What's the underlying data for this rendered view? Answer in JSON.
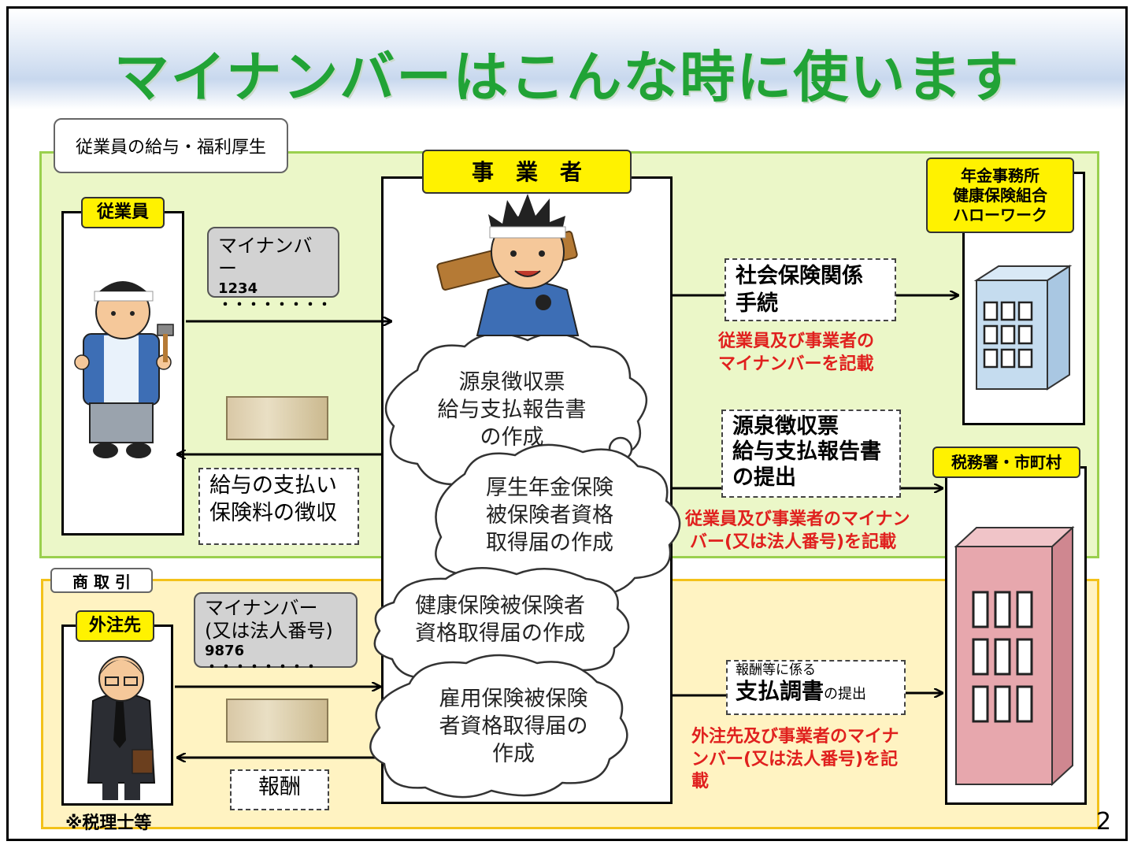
{
  "title": "マイナンバーはこんな時に使います",
  "page_number": "2",
  "sections": {
    "salary": "従業員の給与・福利厚生",
    "trade": "商 取 引"
  },
  "employer": {
    "label": "事　業　者"
  },
  "employee": {
    "label": "従業員",
    "mynumber_title": "マイナンバー",
    "mynumber_value": "1234 ・・・・・・・・",
    "note_line1": "給与の支払い",
    "note_line2": "保険料の徴収"
  },
  "contractor": {
    "label": "外注先",
    "mynumber_title": "マイナンバー",
    "mynumber_sub": "(又は法人番号)",
    "mynumber_value": "9876 ・・・・・・・・",
    "payment": "報酬",
    "footnote": "※税理士等"
  },
  "clouds": [
    {
      "lines": [
        "源泉徴収票",
        "給与支払報告書",
        "の作成"
      ]
    },
    {
      "lines": [
        "厚生年金保険",
        "被保険者資格",
        "取得届の作成"
      ]
    },
    {
      "lines": [
        "健康保険被保険者",
        "資格取得届の作成"
      ]
    },
    {
      "lines": [
        "雇用保険被保険",
        "者資格取得届の",
        "作成"
      ]
    }
  ],
  "pension_office": {
    "label_lines": [
      "年金事務所",
      "健康保険組合",
      "ハローワーク"
    ],
    "procedure_lines": [
      "社会保険関係",
      "手続"
    ],
    "red_lines": [
      "従業員及び事業者の",
      "マイナンバーを記載"
    ]
  },
  "tax_office": {
    "label": "税務署・市町村",
    "submission_lines": [
      "源泉徴収票",
      "給与支払報告書",
      "の提出"
    ],
    "red_lines": [
      "従業員及び事業者のマイナン",
      "バー(又は法人番号)を記載"
    ],
    "payment_small": "報酬等に係る",
    "payment_big": "支払調書",
    "payment_suffix": "の提出",
    "payment_red_lines": [
      "外注先及び事業者のマイナ",
      "ンバー(又は法人番号)を記",
      "載"
    ]
  },
  "colors": {
    "title": "#21a336",
    "green_region": "#ebf7c8",
    "yellow_region": "#fff3c2",
    "label_yellow": "#fff200",
    "red_text": "#e0201e",
    "building_blue": "#c5dcef",
    "building_pink": "#e7a7ad"
  }
}
